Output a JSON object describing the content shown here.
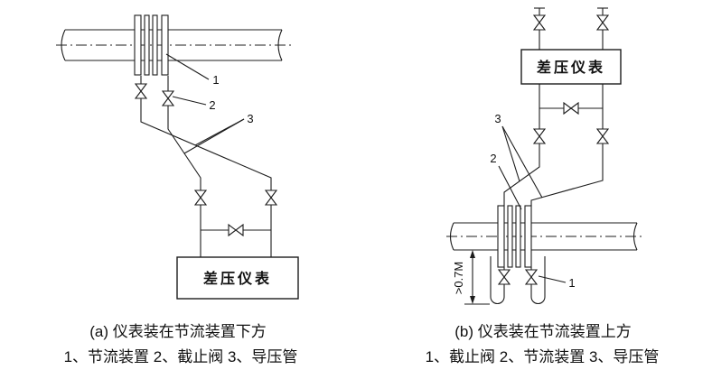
{
  "page": {
    "background": "#ffffff",
    "line_color": "#1c1c1c"
  },
  "diagram_a": {
    "instrument_label": "差压仪表",
    "caption": "(a) 仪表装在节流装置下方",
    "legend": "1、节流装置 2、截止阀  3、导压管",
    "callout_1": "1",
    "callout_2": "2",
    "callout_3": "3"
  },
  "diagram_b": {
    "instrument_label": "差压仪表",
    "caption": "(b) 仪表装在节流装置上方",
    "legend": "1、截止阀 2、节流装置 3、导压管",
    "dimension_label": ">0.7M",
    "callout_1": "1",
    "callout_2": "2",
    "callout_3": "3"
  }
}
